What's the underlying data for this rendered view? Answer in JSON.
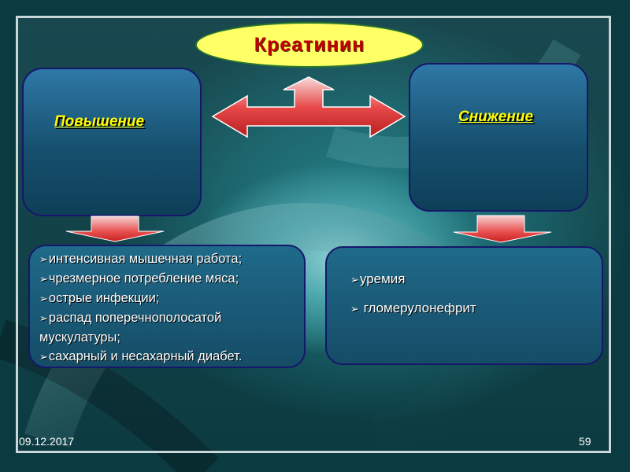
{
  "slide": {
    "title": "Креатинин",
    "left": {
      "heading": "Повышение",
      "items": [
        "интенсивная мышечная работа;",
        "чрезмерное потребление мяса;",
        "острые инфекции;",
        "распад поперечнополосатой мускулатуры;",
        "сахарный и несахарный диабет."
      ]
    },
    "right": {
      "heading": "Снижение",
      "items": [
        "уремия",
        " гломерулонефрит"
      ]
    },
    "bullet_icon": "arrowhead-bullet-icon",
    "colors": {
      "title_oval": "#ffff66",
      "title_text": "#c00000",
      "heading_text": "#ffff00",
      "arrow": "#e84a4a",
      "box_border": "#16166a"
    }
  },
  "footer": {
    "date": "09.12.2017",
    "page_number": "59"
  }
}
